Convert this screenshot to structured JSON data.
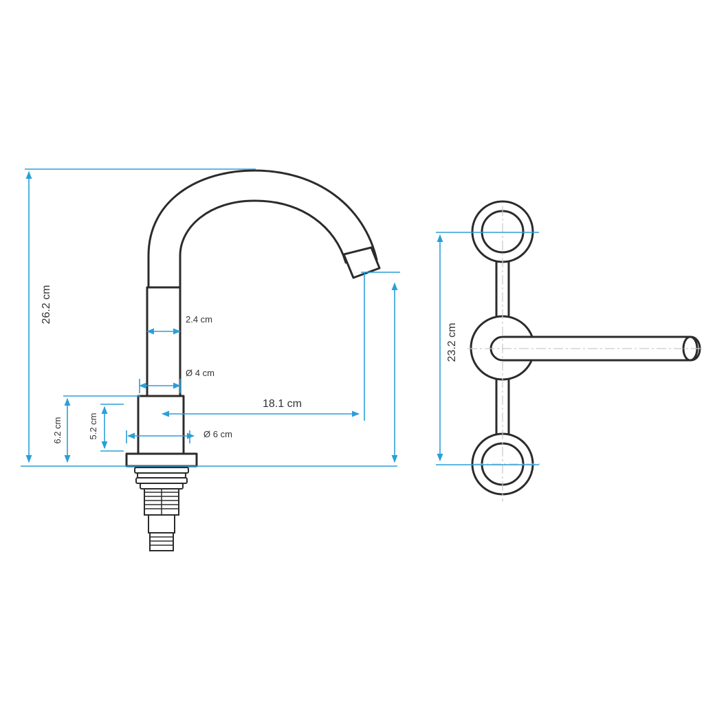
{
  "dimensions": {
    "total_height": "26.2 cm",
    "pipe_diameter_top": "2.4 cm",
    "pipe_diameter_bottom": "Ø 4 cm",
    "spout_reach": "18.1 cm",
    "base_height_outer": "6.2 cm",
    "base_height_inner": "5.2 cm",
    "base_diameter": "Ø 6 cm",
    "plan_span": "23.2 cm"
  },
  "colors": {
    "outline": "#2b2b2b",
    "dimension_lines": "#2a9fd8",
    "center_lines": "#c9c9c9"
  }
}
